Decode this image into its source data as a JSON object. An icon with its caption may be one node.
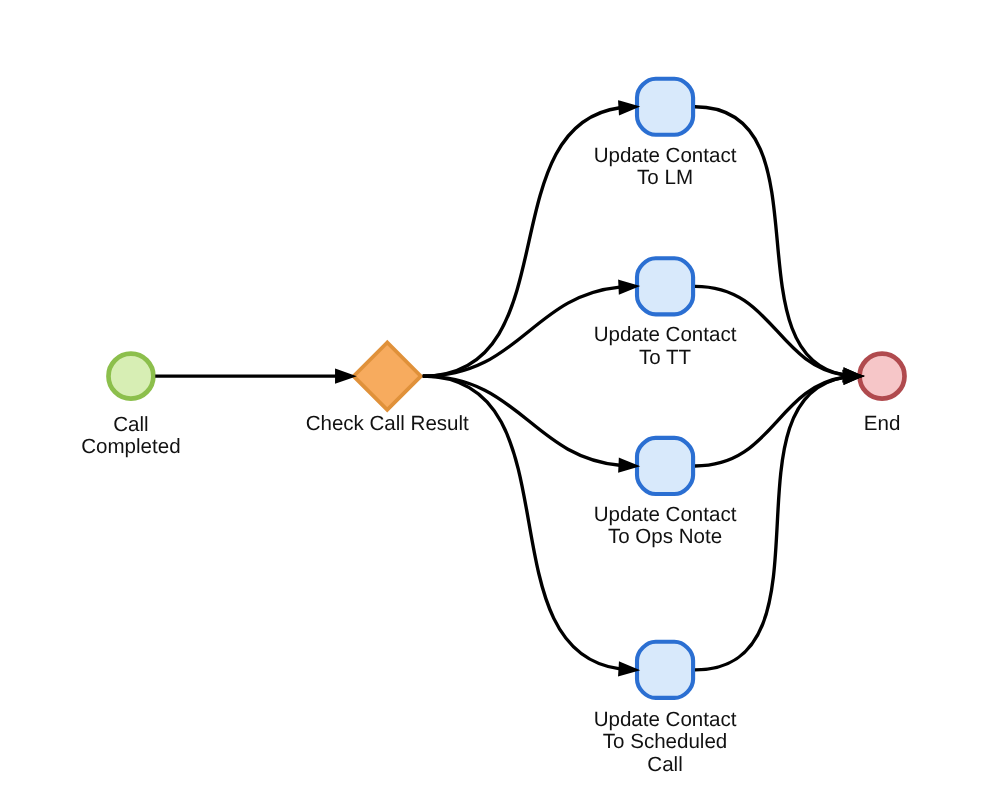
{
  "diagram": {
    "nodes": [
      {
        "text": [
          "Call Completed"
        ]
      },
      {
        "text": [
          "Check Call Result"
        ]
      },
      {
        "text": [
          "Update Contact To LM"
        ]
      },
      {
        "text": [
          "Update Contact To TT"
        ]
      },
      {
        "text": [
          "Update Contact To Ops Note"
        ]
      },
      {
        "text": [
          "Update Contact To Scheduled Call"
        ]
      },
      {
        "text": [
          "End"
        ]
      }
    ],
    "edges": [
      {
        "from": 0,
        "to": 1,
        "arrow": "to"
      },
      {
        "from": 1,
        "to": 2,
        "arrow": "to"
      },
      {
        "from": 1,
        "to": 3,
        "arrow": "to"
      },
      {
        "from": 1,
        "to": 4,
        "arrow": "to"
      },
      {
        "from": 1,
        "to": 5,
        "arrow": "to"
      },
      {
        "from": 2,
        "to": 6,
        "arrow": "to"
      },
      {
        "from": 3,
        "to": 6,
        "arrow": "to"
      },
      {
        "from": 4,
        "to": 6,
        "arrow": "to"
      },
      {
        "from": 5,
        "to": 6,
        "arrow": "to"
      }
    ]
  }
}
